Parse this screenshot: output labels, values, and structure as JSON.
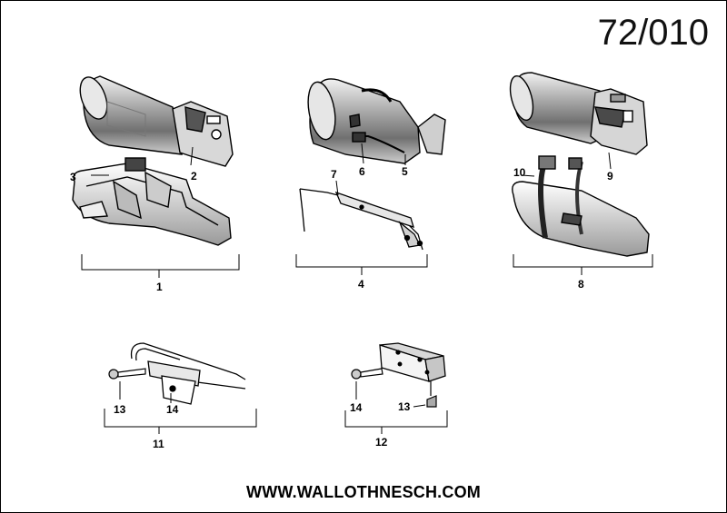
{
  "header": {
    "page_number": "72/010"
  },
  "footer": {
    "url": "WWW.WALLOTHNESCH.COM"
  },
  "labels": {
    "a1": "1",
    "a2": "2",
    "a3": "3",
    "b4": "4",
    "b5": "5",
    "b6": "6",
    "b7": "7",
    "c8": "8",
    "c9": "9",
    "c10": "10",
    "d11": "11",
    "d13": "13",
    "d14": "14",
    "e12": "12",
    "e13": "13",
    "e14": "14"
  },
  "colors": {
    "line": "#000000",
    "shade": "#9a9a9a",
    "dark": "#4a4a4a"
  }
}
